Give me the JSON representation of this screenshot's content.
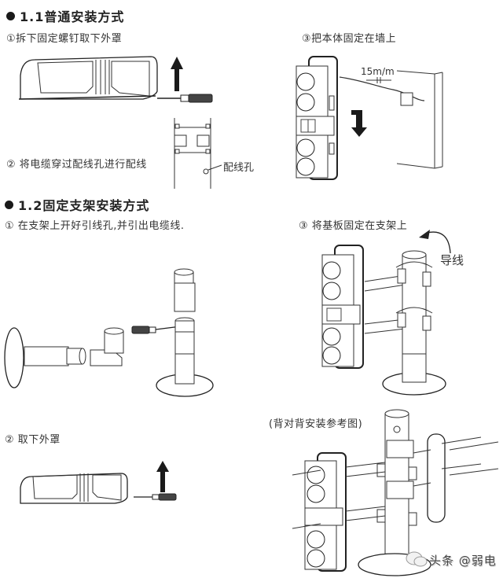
{
  "section1": {
    "title": "1.1普通安装方式",
    "step1": "①拆下固定螺钉取下外罩",
    "step2": "② 将电缆穿过配线孔进行配线",
    "step3": "③把本体固定在墙上",
    "wiring_hole_label": "配线孔",
    "dimension_label": "15m/m"
  },
  "section2": {
    "title": "1.2固定支架安装方式",
    "step1": "① 在支架上开好引线孔,并引出电缆线.",
    "step2": "② 取下外罩",
    "step3": "③ 将基板固定在支架上",
    "lead_wire_label": "导线",
    "back_to_back_caption": "(背对背安装参考图)"
  },
  "watermark": {
    "text": "头条 @弱电",
    "icon": "wechat-icon"
  },
  "icons": {
    "arrow_up": "arrow-up-icon",
    "arrow_down": "arrow-down-icon",
    "screwdriver": "screwdriver-icon"
  }
}
